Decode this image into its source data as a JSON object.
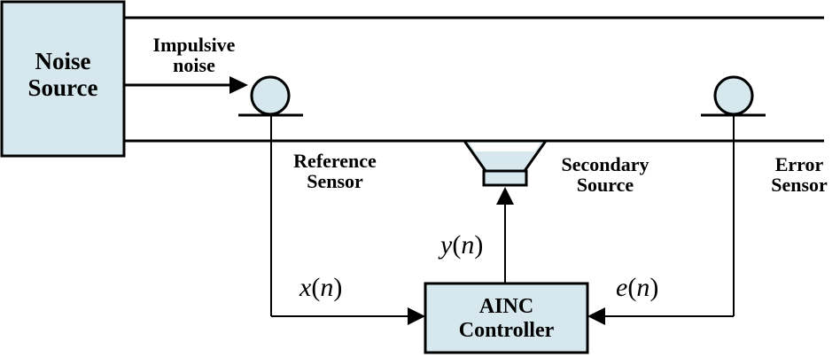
{
  "blocks": {
    "noise_source": [
      "Noise",
      "Source"
    ],
    "controller": [
      "AINC",
      "Controller"
    ]
  },
  "labels": {
    "impulsive_noise": [
      "Impulsive",
      "noise"
    ],
    "reference_sensor": [
      "Reference",
      "Sensor"
    ],
    "secondary_source": [
      "Secondary",
      "Source"
    ],
    "error_sensor": [
      "Error",
      "Sensor"
    ]
  },
  "signals": {
    "x": {
      "var": "x",
      "arg": "n"
    },
    "y": {
      "var": "y",
      "arg": "n"
    },
    "e": {
      "var": "e",
      "arg": "n"
    }
  },
  "colors": {
    "block_fill": "#d6e8ee",
    "stroke": "#000000"
  }
}
